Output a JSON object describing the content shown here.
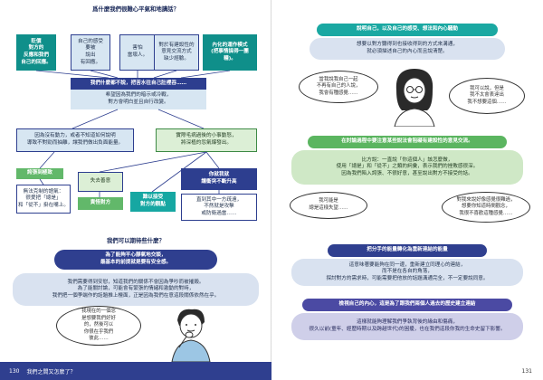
{
  "left": {
    "title": "爲什麼我們很難心平氣和地講話？",
    "top_boxes": [
      {
        "text": "貶價\n對方的\n反應和我們\n自己的回應。"
      },
      {
        "text": "自己的感受\n要被\n說出\n有回應。"
      },
      {
        "text": "害怕\n當壞人。"
      },
      {
        "text": "對於有建設性的\n意見交流方式\n缺少經驗。"
      },
      {
        "text": "內化的運作模式\n(把事情搞得一團\n糟)。"
      }
    ],
    "banner": "我們什麼都不說，把苦水往自己肚裡吞……",
    "hope_text": "希望因為我們的暗示或冷戰，\n對方會明白並且自行改變。",
    "left_mid": "因為沒有動力，或者不知道如何說明\n導致不對勁而抽離，讓我們做出負面能量。",
    "right_mid": "實際毛病過後的小事動怒，\n將深植的怨氣爆發出。",
    "outcomes": [
      {
        "text": "誇張到極致"
      },
      {
        "text": "失去善意"
      },
      {
        "text": "你就我就\n讓衝突不斷升高"
      },
      {
        "text": "無法克制的語氣：\n很愛把「總是」\n和「從不」掛在嘴上。"
      },
      {
        "text": "責怪對方"
      },
      {
        "text": "難以接受\n對方的觀點"
      },
      {
        "text": "直到其中一方疏遠，\n不然就是攻擊\n或防衛過當……"
      }
    ],
    "section_title": "我們可以期待些什麼？",
    "calm_header": "為了能夠平心靜氣地交談，\n最基本的前提就是要有安全感。",
    "calm_body": "我們需要得到安慰，知道我們的關係不會因為爭吵而被摧毀。\n為了能關討論，可能會有緊張的情緒和激動的對峙，\n我們把一個爭端作的話題推上檯面，正是因為我們在意這段關係依然在乎。",
    "bubble_text": "我現在的一個念\n是想要我們好好\n的，然後可以\n你很在乎我們\n彼此……"
  },
  "right": {
    "header1": "說明自己，以及自己的感受、想法和內心騷動",
    "text1": "想要以對方聽得到也接收得到的方式來溝通，\n就必須描述自己的內心而且說清楚。",
    "bubble1": "當我說我自己一起\n不再有自己的人說，\n我會有種感覺……",
    "bubble2": "我可以說，但是\n我不太會表達出\n我不想要這個……",
    "header2": "在討論過程中要注意某些說法會阻礙有建設性的意見交流。",
    "text2": "比方說：一直說「你這個人」該怎麼做，\n使用「總是」和「從不」之類的詞彙，表示我們的挫敗感很深。\n因為我們陷入誇張、不很好意，甚至說出對方不接受的話。",
    "bubble3": "我可能是\n總是這樣失望……",
    "bubble4": "對我來說好像感覺很難過，\n想要你知道時間觀念，\n我很不喜歡這種感覺……",
    "header3": "把分手的能量轉化為重新連結的能量",
    "text3": "這意味著要能夠在同一邊，重新建立同理心的連結，\n而不是在各自的角落，\n探討對方的需求時，可能需要把他放的話題溝通完全，不一定要說同意。",
    "header4": "檢視自己的內心，這是為了跟我們兩個人過去的歷史建立連結",
    "text4": "這樣就能夠理解我們爭執背後的緣由和傷痛，\n很久以前(童年、經歷時期以及跨越世代)的困擾，也在我們這段你我的生命史留下影響。"
  },
  "footer": {
    "left_page": "130",
    "left_title": "我們之間又怎麼了？",
    "right_page": "131"
  },
  "colors": {
    "teal": "#16a7a2",
    "navy": "#2d3e8f",
    "green": "#62b86a",
    "purple": "#4b4aa3"
  }
}
